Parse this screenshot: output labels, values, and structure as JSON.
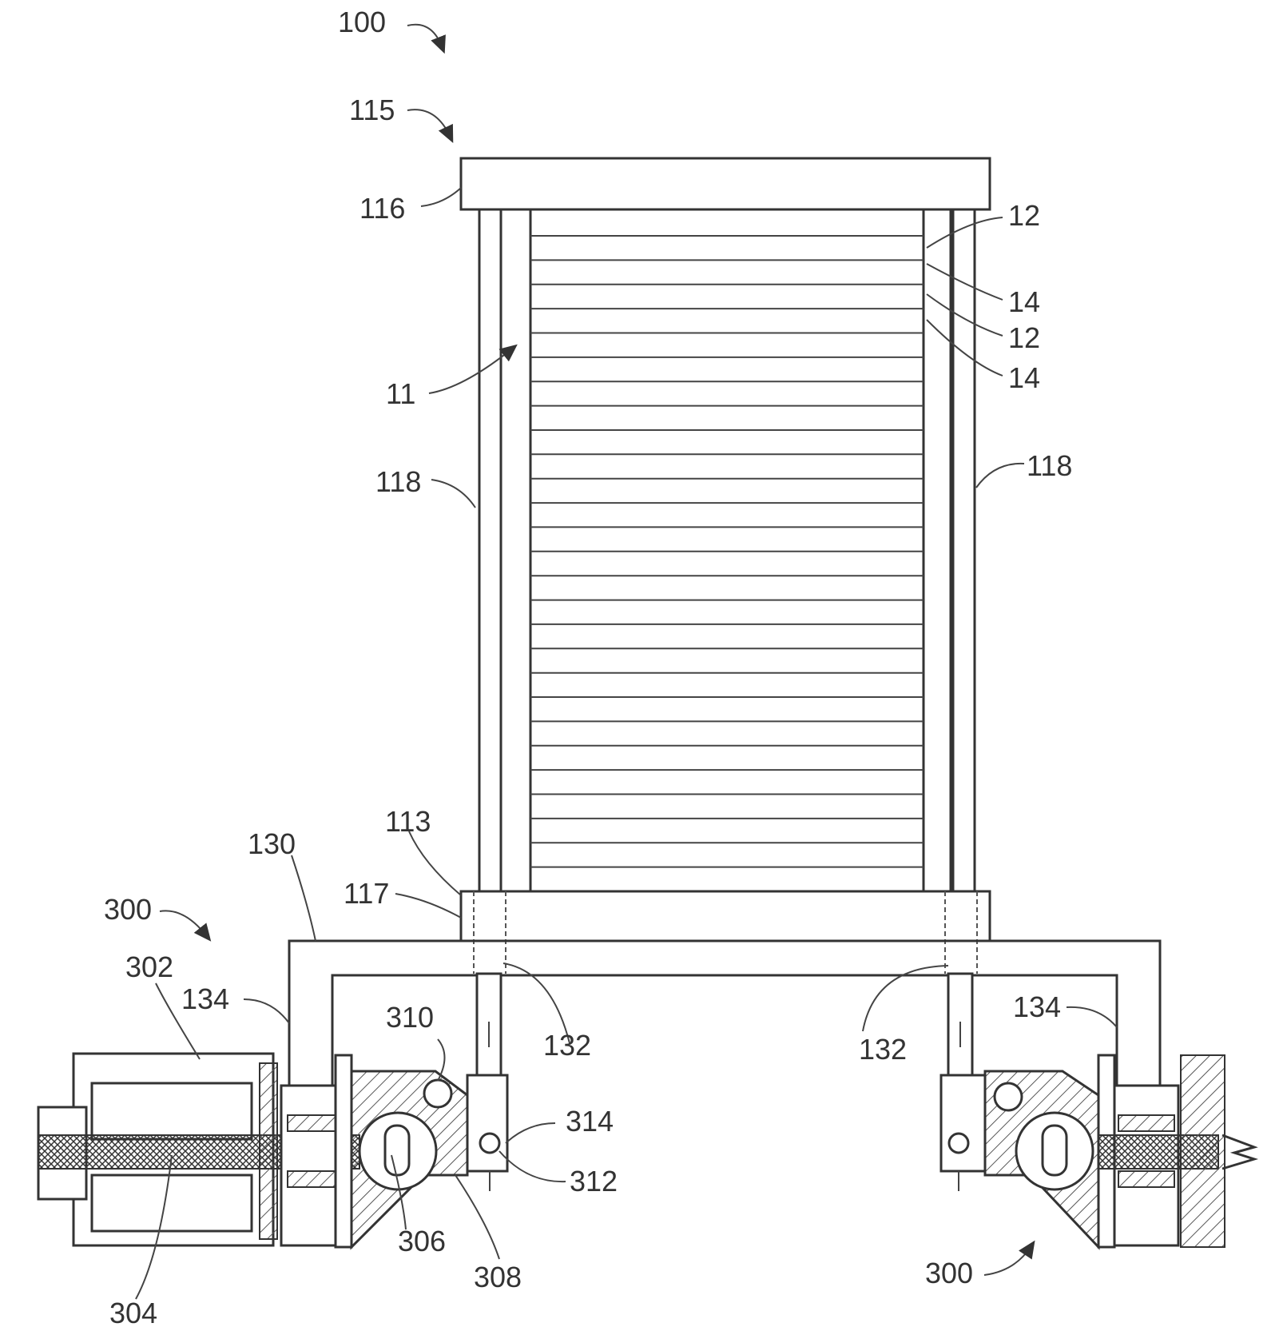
{
  "labels": {
    "l100": "100",
    "l115": "115",
    "l116": "116",
    "l12a": "12",
    "l14a": "14",
    "l12b": "12",
    "l14b": "14",
    "l11": "11",
    "l118a": "118",
    "l118b": "118",
    "l113": "113",
    "l130": "130",
    "l117": "117",
    "l300a": "300",
    "l302": "302",
    "l134a": "134",
    "l310": "310",
    "l132a": "132",
    "l132b": "132",
    "l134b": "134",
    "l314": "314",
    "l312": "312",
    "l306": "306",
    "l308": "308",
    "l304": "304",
    "l300b": "300"
  },
  "colors": {
    "line": "#333333",
    "background": "#ffffff"
  },
  "stack": {
    "plate_count": 27
  }
}
